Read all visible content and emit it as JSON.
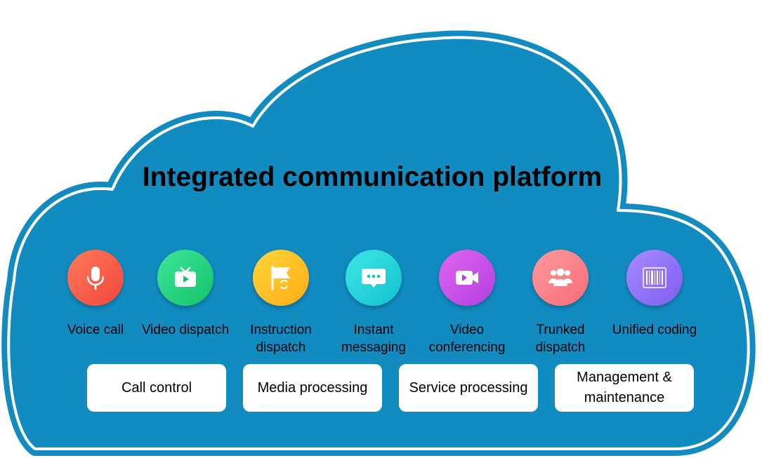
{
  "title": "Integrated communication platform",
  "colors": {
    "cloud_fill": "#118bc0",
    "cloud_outer_stroke": "#118bc0",
    "cloud_inner_stroke": "#ffffff",
    "box_fill": "#ffffff"
  },
  "services": [
    {
      "label": "Voice call",
      "icon": "microphone-icon",
      "color_start": "#ff7a59",
      "color_end": "#f0453c"
    },
    {
      "label": "Video dispatch",
      "icon": "tv-icon",
      "color_start": "#3ee69a",
      "color_end": "#14c26a"
    },
    {
      "label": "Instruction dispatch",
      "icon": "flag-icon",
      "color_start": "#ffd53a",
      "color_end": "#ffad14"
    },
    {
      "label": "Instant messaging",
      "icon": "chat-bubble-icon",
      "color_start": "#3fe6e6",
      "color_end": "#12c2cf"
    },
    {
      "label": "Video conferencing",
      "icon": "video-camera-icon",
      "color_start": "#e066f0",
      "color_end": "#b23fe0"
    },
    {
      "label": "Trunked dispatch",
      "icon": "group-icon",
      "color_start": "#ff9b9b",
      "color_end": "#f56b7a"
    },
    {
      "label": "Unified coding",
      "icon": "barcode-icon",
      "color_start": "#a98bff",
      "color_end": "#7d5cf0"
    }
  ],
  "modules": [
    {
      "label": "Call control"
    },
    {
      "label": "Media processing"
    },
    {
      "label": "Service processing"
    },
    {
      "label": "Management & maintenance"
    }
  ]
}
